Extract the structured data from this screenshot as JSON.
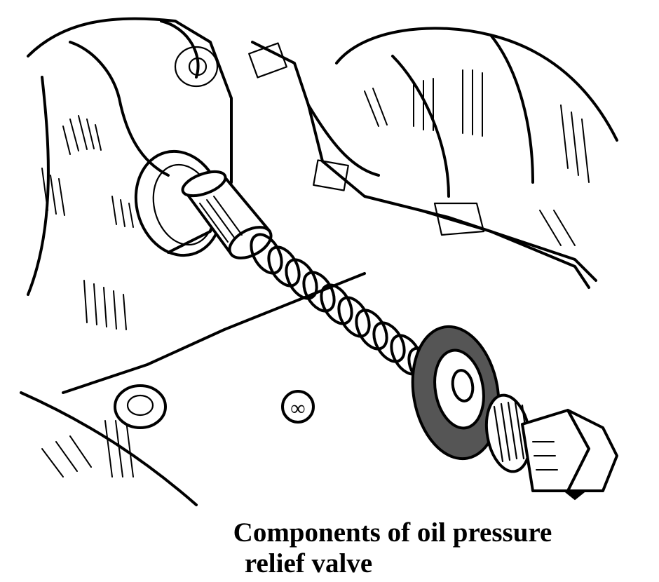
{
  "figure": {
    "caption_line_1": "Components of oil pressure",
    "caption_line_2": "relief valve",
    "engine_mark": "∞"
  },
  "parts": [
    {
      "name": "valve-plunger"
    },
    {
      "name": "relief-spring"
    },
    {
      "name": "sealing-washer"
    },
    {
      "name": "cap-nut"
    }
  ]
}
